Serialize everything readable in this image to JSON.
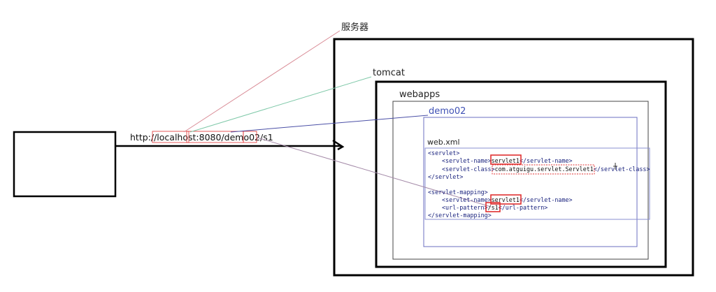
{
  "labels": {
    "server": "服务器",
    "tomcat": "tomcat",
    "webapps": "webapps",
    "app": "demo02",
    "config_file": "web.xml"
  },
  "url": {
    "prefix": "http://",
    "host": "localhost",
    "port_and_app": ":8080/demo02",
    "sep": "/",
    "path": "s1"
  },
  "xml": {
    "servlet_open": "<servlet>",
    "servlet_close": "</servlet>",
    "servlet_name_open": "<servlet-name>",
    "servlet_name_close": "</servlet-name>",
    "servlet_name_value": "servlet1",
    "servlet_class_open": "<servlet-class>",
    "servlet_class_close": "</servlet-class>",
    "servlet_class_value": "com.atguigu.servlet.Servlet1",
    "mapping_open": "<servlet-mapping>",
    "mapping_close": "</servlet-mapping>",
    "mapping_name_value": "servlet1",
    "url_pattern_open": "<url-pattern>",
    "url_pattern_close": "</url-pattern>",
    "url_pattern_value": "/s1"
  },
  "colors": {
    "server_line": "#d98c96",
    "tomcat_line": "#7ec8a8",
    "app_line": "#4a4fa6",
    "path_line": "#a48aa8",
    "highlight": "#e03030",
    "app_box": "#6b6fc0",
    "xml_text": "#1a237e"
  }
}
